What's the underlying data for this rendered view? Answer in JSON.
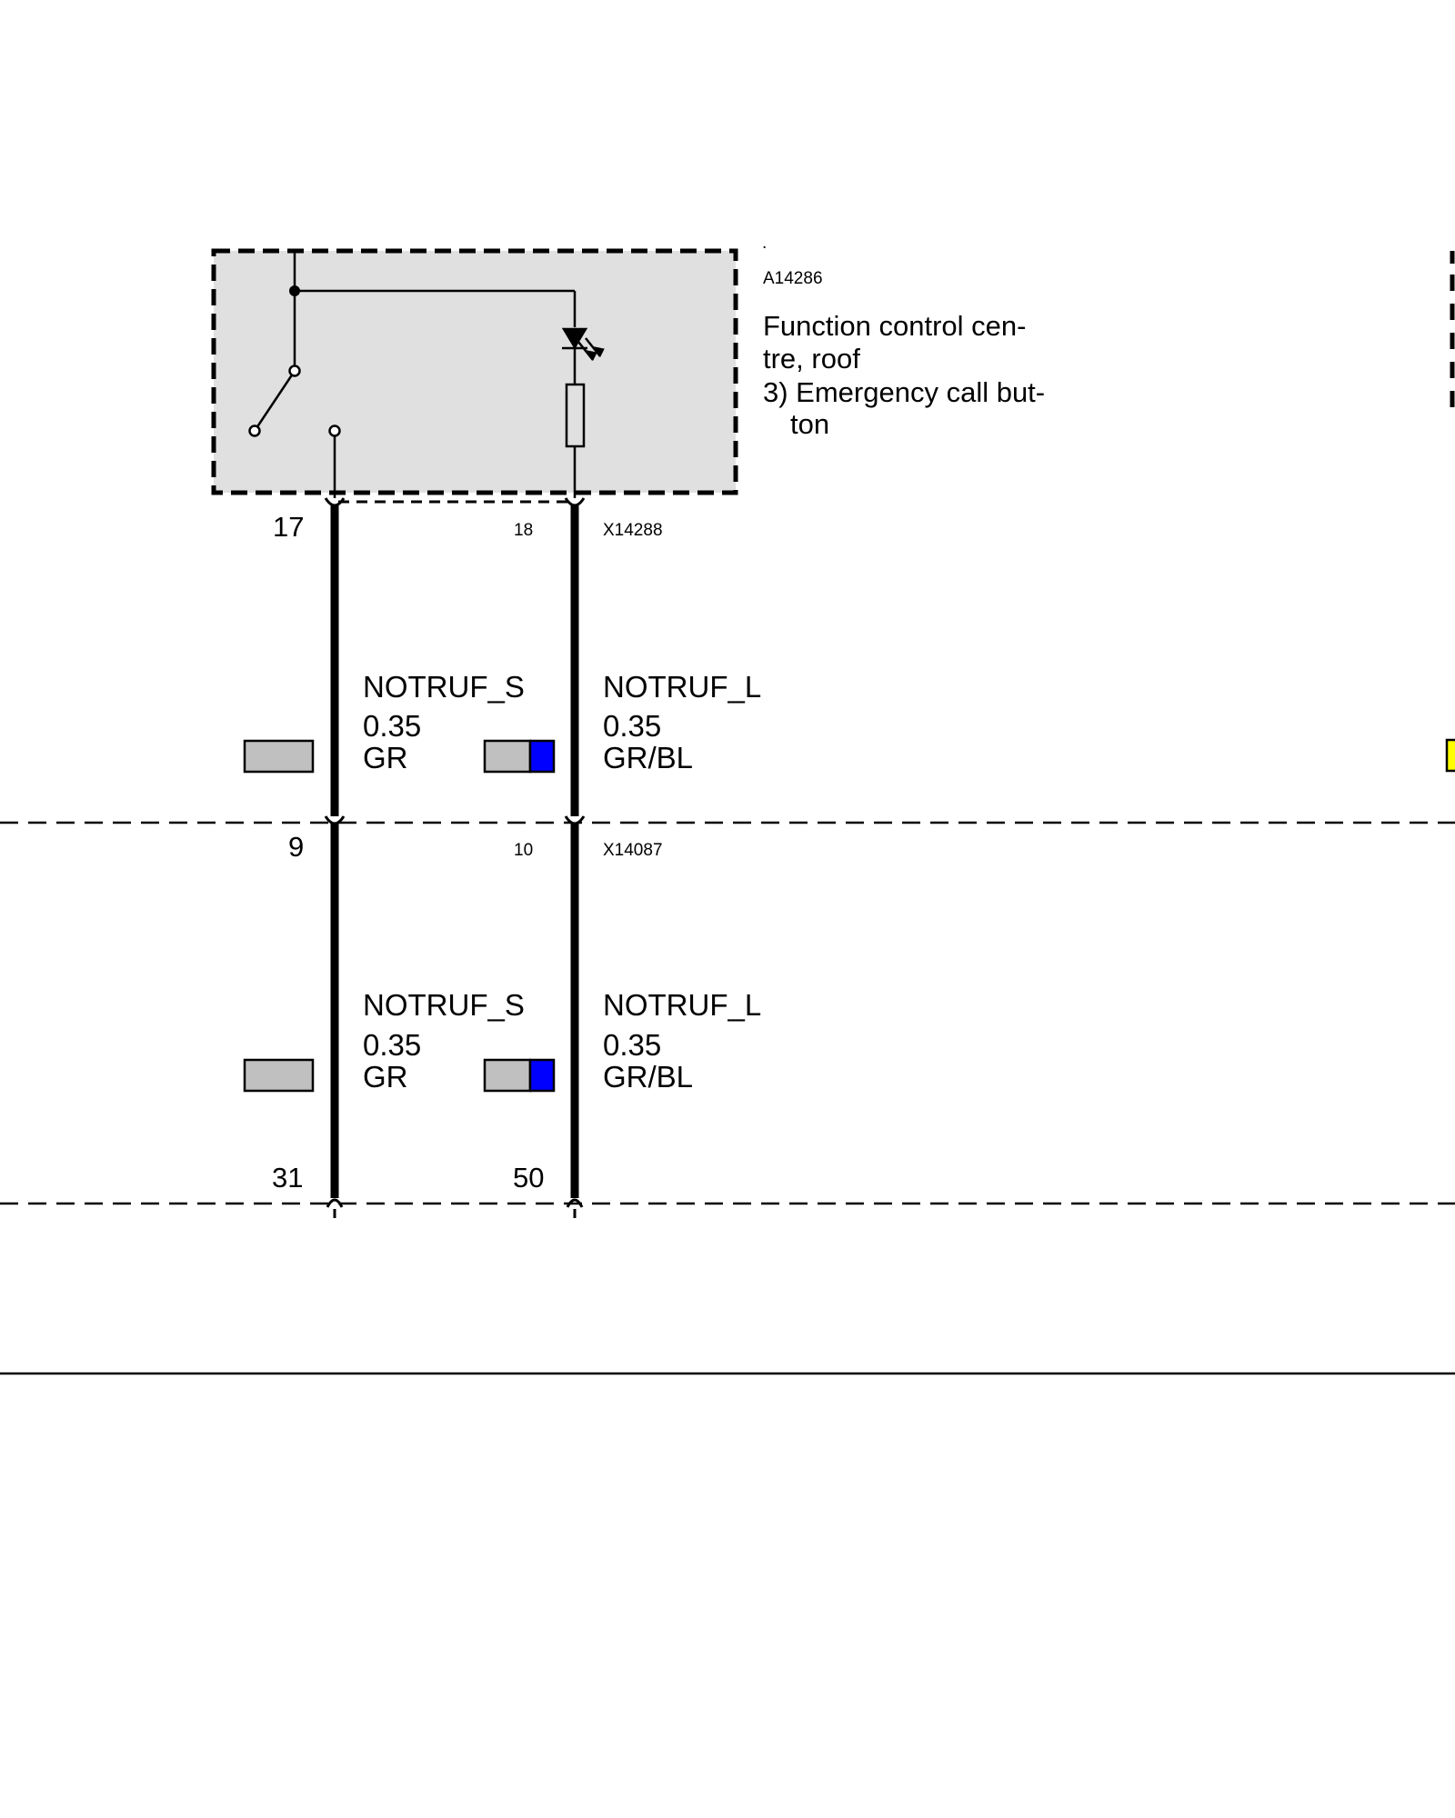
{
  "component": {
    "dot": ".",
    "id": "A14286",
    "name_line1": "Function control cen-",
    "name_line2": "tre, roof",
    "sub_line1": "3) Emergency call but-",
    "sub_line2": "ton"
  },
  "connector_top": {
    "id": "X14288",
    "pin_left": "17",
    "pin_right": "18"
  },
  "connector_mid": {
    "id": "X14087",
    "pin_left": "9",
    "pin_right": "10"
  },
  "connector_bottom": {
    "pin_left": "31",
    "pin_right": "50"
  },
  "wires_upper": {
    "left": {
      "signal": "NOTRUF_S",
      "gauge": "0.35",
      "color_code": "GR"
    },
    "right": {
      "signal": "NOTRUF_L",
      "gauge": "0.35",
      "color_code": "GR/BL"
    }
  },
  "wires_lower": {
    "left": {
      "signal": "NOTRUF_S",
      "gauge": "0.35",
      "color_code": "GR"
    },
    "right": {
      "signal": "NOTRUF_L",
      "gauge": "0.35",
      "color_code": "GR/BL"
    }
  },
  "colors": {
    "wire_grey": "#c0c0c0",
    "wire_blue": "#0000ff",
    "marker_yellow": "#ffff00",
    "box_fill": "#e0e0e0"
  }
}
